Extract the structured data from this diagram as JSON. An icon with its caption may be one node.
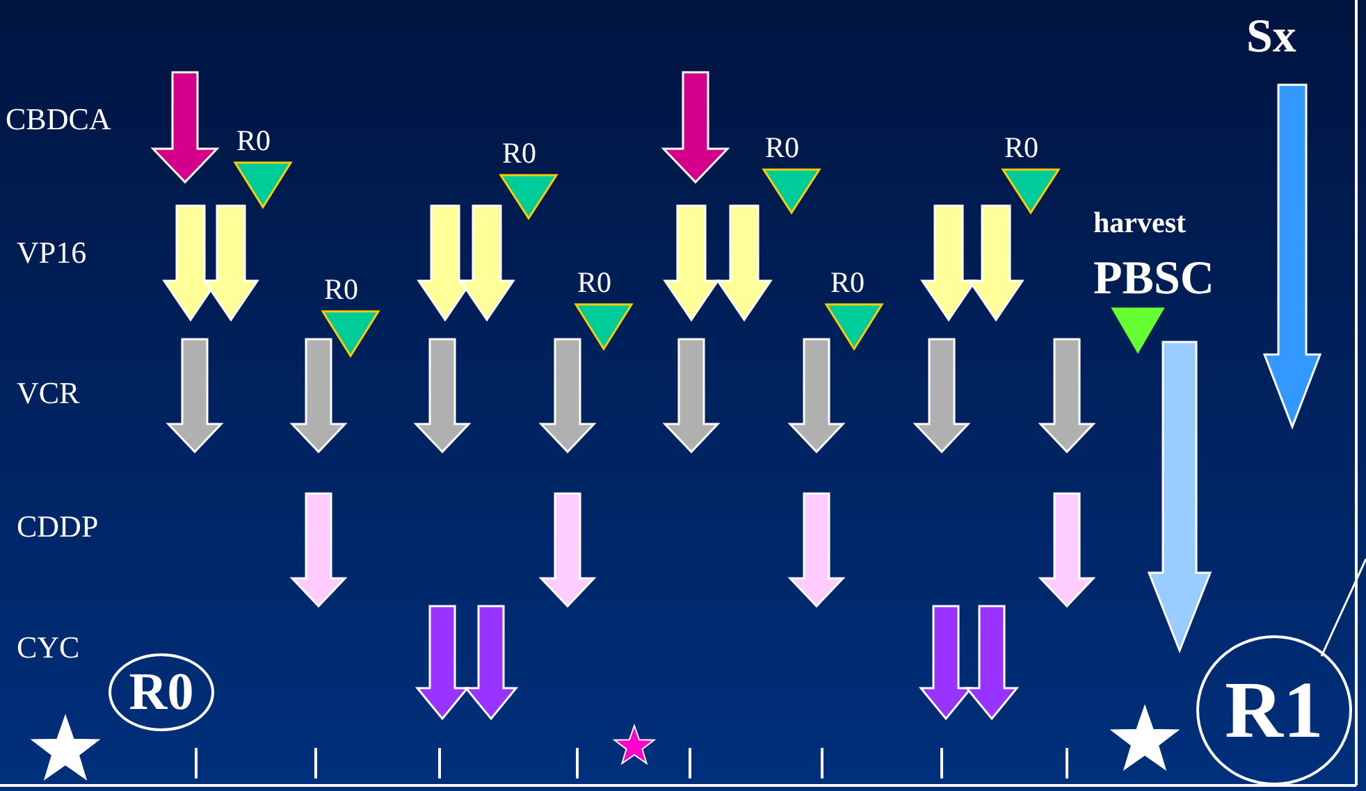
{
  "diagram": {
    "nodes": [
      {
        "text": [
          "R0"
        ]
      },
      {
        "text": [
          "R1"
        ]
      }
    ],
    "labels": [
      "Sx",
      "CBDCA",
      "R0",
      "R0",
      "R0",
      "R0",
      "harvest",
      "VP16",
      "PBSC",
      "R0",
      "R0",
      "R0",
      "VCR",
      "CDDP",
      "CYC"
    ]
  }
}
